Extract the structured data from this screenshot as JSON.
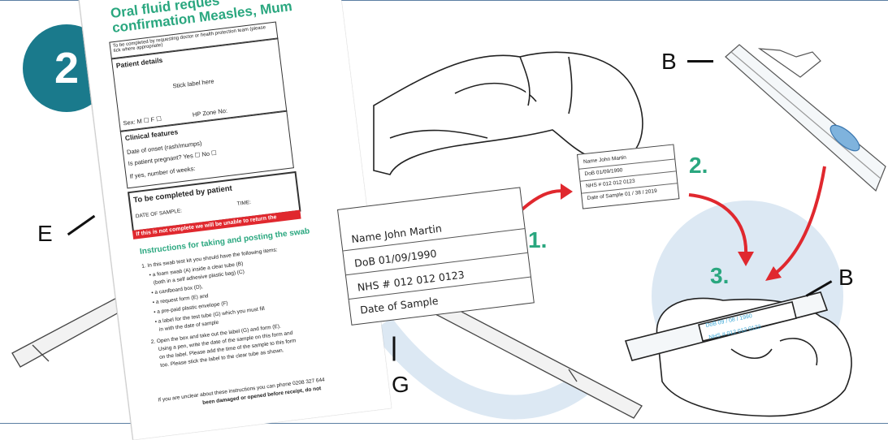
{
  "step_badge": "2",
  "form": {
    "title_line1": "Oral fluid reques",
    "title_line2": "confirmation Measles, Mum",
    "header_box": "To be completed by requesting doctor or health protection team (please tick where appropriate)",
    "patient_details": "Patient details",
    "stick_label": "Stick label here",
    "sex": "Sex: M ☐  F ☐",
    "hp_zone": "HP Zone No:",
    "clinical_features": "Clinical features",
    "date_onset": "Date of onset (rash/mumps)",
    "pregnant": "Is patient pregnant? Yes ☐  No ☐",
    "weeks": "If yes, number of weeks:",
    "patient_section": "To be completed by patient",
    "date_of_sample": "DATE OF SAMPLE:",
    "time": "TIME:",
    "red_warning": "If this is not complete we will be unable to return the",
    "instructions_title": "Instructions for taking and posting the swab",
    "instr_1": "1. In this swab test kit you should have the following items:",
    "instr_1a": "• a foam swab (A) inside a clear tube (B)",
    "instr_1b": "(both in a self adhesive plastic bag) (C)",
    "instr_1c": "• a cardboard box (D),",
    "instr_1d": "• a request form (E) and",
    "instr_1e": "• a pre-paid plastic envelope (F)",
    "instr_1f": "• a label for the test tube (G) which you must fill",
    "instr_1g": "in with the date of sample",
    "instr_2a": "2. Open the box and take out the label (G) and form (E).",
    "instr_2b": "Using a pen, write the date of the sample on this form and",
    "instr_2c": "on the label. Please add the time of the sample to this form",
    "instr_2d": "too. Please stick the label to the clear tube as shown.",
    "footer": "If you are unclear about these instructions you can phone 0208 327 644",
    "footer2": "been damaged or opened before receipt, do not"
  },
  "letters": {
    "E": "E",
    "G": "G",
    "B_top": "B",
    "B_right": "B"
  },
  "big_label": {
    "name": "Name   John Martin",
    "dob": "DoB      01/09/1990",
    "nhs": "NHS #   012 012 0123",
    "date": "Date of Sample"
  },
  "small_label": {
    "name": "Name   John Martin",
    "dob": "DoB    01/09/1990",
    "nhs": "NHS #   012 012 0123",
    "date": "Date of Sample   01 / 38 / 2019"
  },
  "steps": {
    "s1": "1.",
    "s2": "2.",
    "s3": "3."
  },
  "tube_label": {
    "dob": "DoB   09 / 08 / 1990",
    "nhs": "NHS #  012 012 0123"
  },
  "colors": {
    "teal": "#1a7a8c",
    "green": "#2aa77f",
    "red": "#e0282e",
    "blue_wash": "#dce8f3"
  }
}
